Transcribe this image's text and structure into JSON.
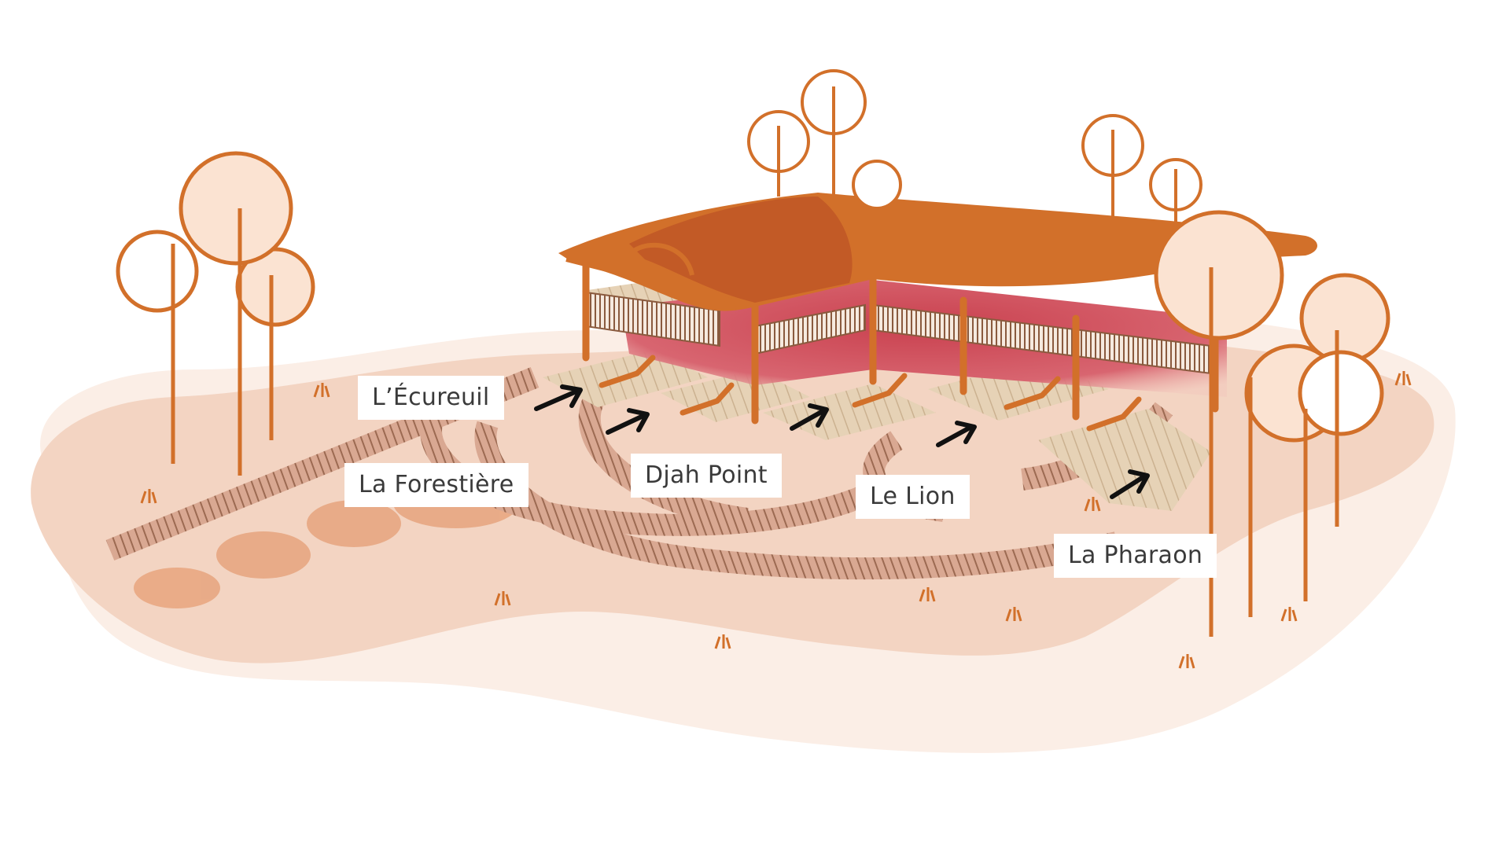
{
  "labels": {
    "ecureuil": "L’Écureuil",
    "forestiere": "La Forestière",
    "djah_point": "Djah Point",
    "le_lion": "Le Lion",
    "la_pharaon": "La Pharaon"
  },
  "colors": {
    "ground_outer": "#fbeee6",
    "ground_inner": "#f3d4c2",
    "path": "#b07a5f",
    "deck": "#e2ccb0",
    "roof": "#d2702a",
    "roof_shade": "#c25a26",
    "post": "#d2702a",
    "glow": "#c9414f",
    "tree_fill": "#fbe3d2",
    "tree_stroke": "#d2702a",
    "arrow": "#111111"
  }
}
